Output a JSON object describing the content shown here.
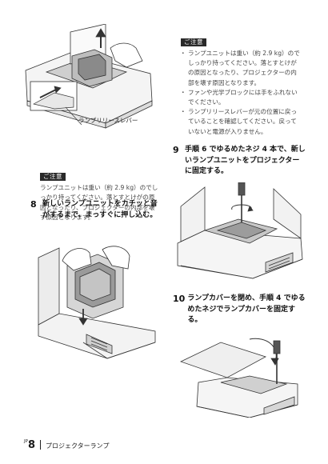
{
  "left_column": {
    "figure1_callout": "ランプリリースレバー",
    "caution": {
      "badge": "ご注意",
      "text": "ランプユニットは重い（約 2.9 kg）のでしっかり持ってください。落とすとけがの原因となったり、プロジェクターの内部を壊す原因となります。"
    },
    "step8": {
      "number": "8",
      "text": "新しいランプユニットをカチッと音がするまで、まっすぐに押し込む。"
    }
  },
  "right_column": {
    "caution": {
      "badge": "ご注意",
      "items": [
        "ランプユニットは重い（約 2.9 kg）のでしっかり持ってください。落とすとけがの原因となったり、プロジェクターの内部を壊す原因となります。",
        "ファンや光学ブロックには手をふれないでください。",
        "ランプリリースレバーが元の位置に戻っていることを確認してください。戻っていないと電源が入りません。"
      ]
    },
    "step9": {
      "number": "9",
      "text": "手順 6 でゆるめたネジ 4 本で、新しいランプユニットをプロジェクターに固定する。"
    },
    "step10": {
      "number": "10",
      "text": "ランプカバーを閉め、手順 4 でゆるめたネジでランプカバーを固定する。"
    }
  },
  "footer": {
    "page_prefix": "JP",
    "page_number": "8",
    "section_title": "プロジェクターランプ"
  }
}
